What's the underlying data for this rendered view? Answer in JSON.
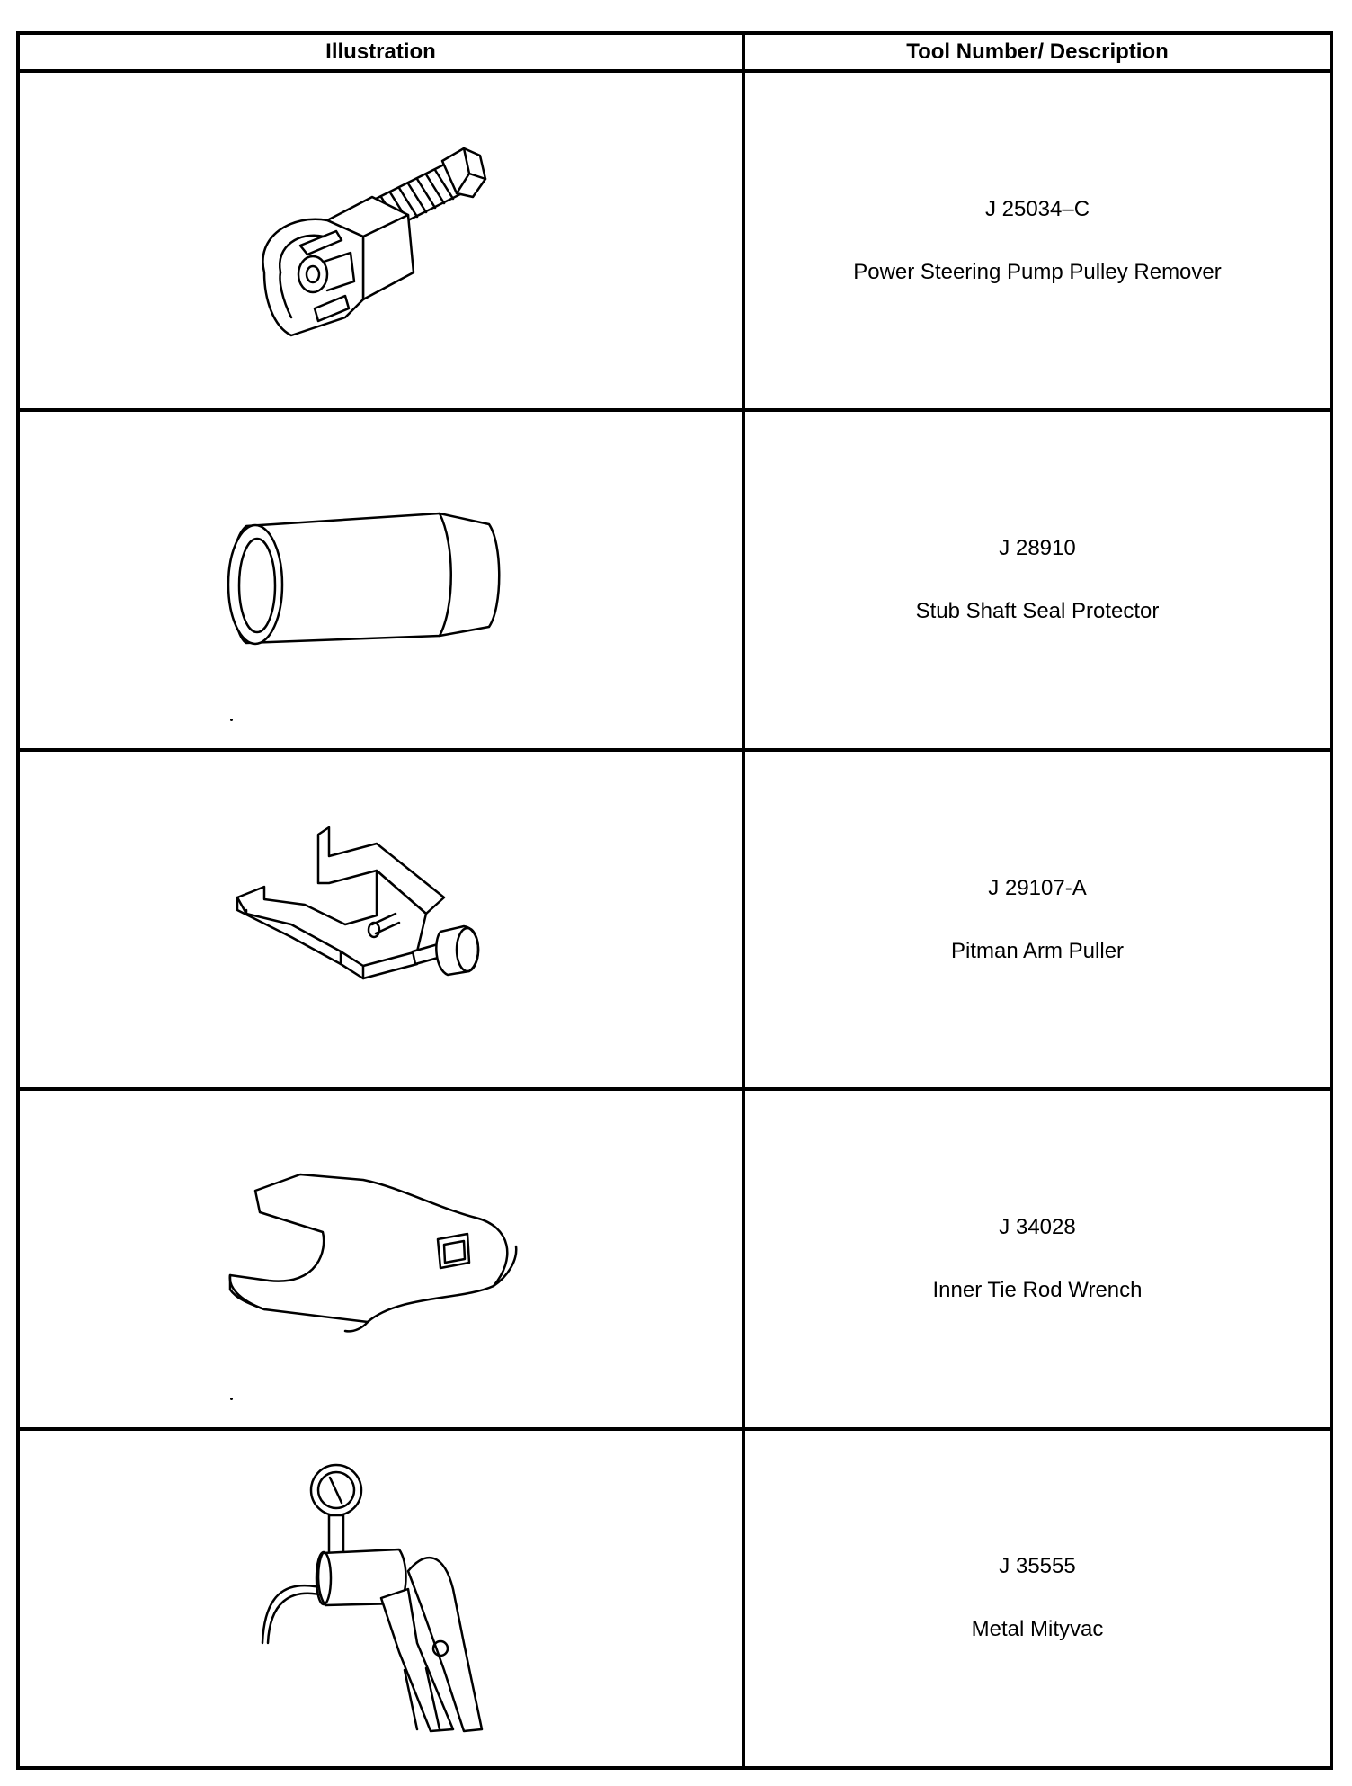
{
  "table": {
    "headers": {
      "illustration": "Illustration",
      "tool": "Tool Number/ Description"
    },
    "rows": [
      {
        "number": "J 25034–C",
        "description": "Power Steering Pump Pulley Remover",
        "icon": "pulley-remover-illustration"
      },
      {
        "number": "J 28910",
        "description": "Stub Shaft Seal Protector",
        "icon": "seal-protector-illustration"
      },
      {
        "number": "J 29107-A",
        "description": "Pitman Arm Puller",
        "icon": "pitman-arm-puller-illustration"
      },
      {
        "number": "J 34028",
        "description": "Inner Tie Rod Wrench",
        "icon": "tie-rod-wrench-illustration"
      },
      {
        "number": "J 35555",
        "description": "Metal Mityvac",
        "icon": "mityvac-illustration"
      }
    ]
  }
}
